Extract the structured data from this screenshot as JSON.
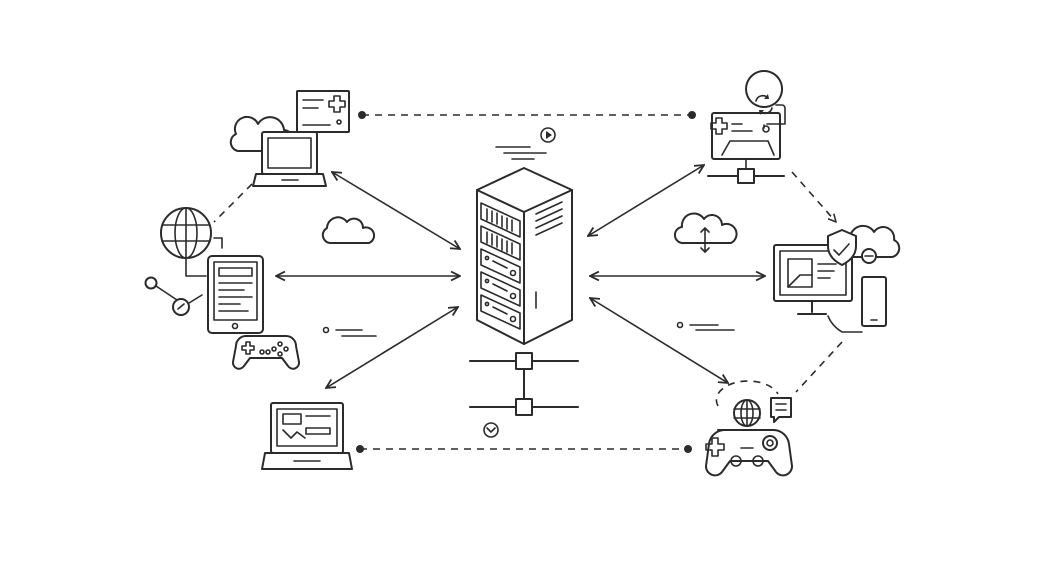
{
  "diagram": {
    "center": {
      "icon": "server-rack-icon"
    },
    "nodes": [
      {
        "id": "laptop-top-left",
        "icon": "laptop-icon"
      },
      {
        "id": "tablet-left",
        "icon": "tablet-icon"
      },
      {
        "id": "laptop-bottom-left",
        "icon": "laptop-icon"
      },
      {
        "id": "monitor-top-right",
        "icon": "monitor-icon"
      },
      {
        "id": "desktop-right",
        "icon": "desktop-icon"
      },
      {
        "id": "gamepad-bottom-right",
        "icon": "gamepad-icon"
      }
    ],
    "decorations": [
      "globe-icon",
      "cloud-icon",
      "gamepad-icon",
      "chat-bubble-icon",
      "shield-check-icon",
      "smartphone-icon",
      "refresh-icon",
      "play-icon",
      "chevron-down-icon"
    ],
    "colors": {
      "stroke": "#2b2b2b",
      "background": "#ffffff"
    }
  }
}
